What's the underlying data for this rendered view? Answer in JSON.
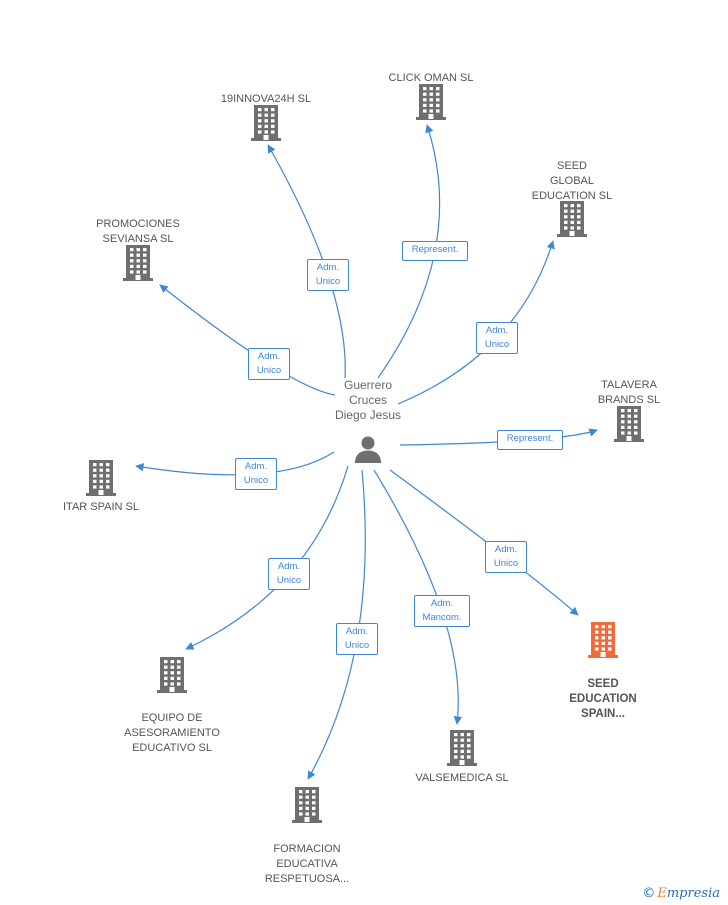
{
  "colors": {
    "edge": "#3f86d6",
    "building": "#6f6f6f",
    "building_highlight": "#f26a3a",
    "person": "#6f6f6f"
  },
  "center": {
    "name": "Guerrero\nCruces\nDiego Jesus",
    "icon": "person-icon"
  },
  "companies": [
    {
      "id": "innova",
      "name": "19INNOVA24H SL",
      "icon": "building-icon"
    },
    {
      "id": "clickoman",
      "name": "CLICK OMAN  SL",
      "icon": "building-icon"
    },
    {
      "id": "seedglobal",
      "name": "SEED\nGLOBAL\nEDUCATION  SL",
      "icon": "building-icon"
    },
    {
      "id": "promociones",
      "name": "PROMOCIONES\nSEVIANSA SL",
      "icon": "building-icon"
    },
    {
      "id": "talavera",
      "name": "TALAVERA\nBRANDS  SL",
      "icon": "building-icon"
    },
    {
      "id": "itar",
      "name": "ITAR SPAIN SL",
      "icon": "building-icon"
    },
    {
      "id": "seededucation",
      "name": "SEED\nEDUCATION\nSPAIN...",
      "icon": "building-icon",
      "highlight": true
    },
    {
      "id": "equipo",
      "name": "EQUIPO DE\nASESORAMIENTO\nEDUCATIVO  SL",
      "icon": "building-icon"
    },
    {
      "id": "valsemedica",
      "name": "VALSEMEDICA SL",
      "icon": "building-icon"
    },
    {
      "id": "formacion",
      "name": "FORMACION\nEDUCATIVA\nRESPETUOSA...",
      "icon": "building-icon"
    }
  ],
  "relations": [
    {
      "target": "innova",
      "label": "Adm.\nUnico"
    },
    {
      "target": "clickoman",
      "label": "Represent."
    },
    {
      "target": "seedglobal",
      "label": "Adm.\nUnico"
    },
    {
      "target": "promociones",
      "label": "Adm.\nUnico"
    },
    {
      "target": "talavera",
      "label": "Represent."
    },
    {
      "target": "itar",
      "label": "Adm.\nUnico"
    },
    {
      "target": "seededucation",
      "label": "Adm.\nUnico"
    },
    {
      "target": "equipo",
      "label": "Adm.\nUnico"
    },
    {
      "target": "valsemedica",
      "label": "Adm.\nMancom."
    },
    {
      "target": "formacion",
      "label": "Adm.\nUnico"
    }
  ],
  "brand": {
    "copyright": "©",
    "first_letter": "E",
    "rest": "mpresia"
  }
}
